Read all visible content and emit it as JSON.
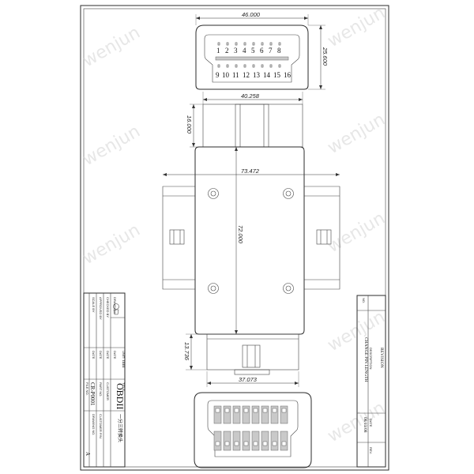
{
  "dimensions": {
    "top_width": "46.000",
    "top_height": "25.600",
    "neck_width": "40.258",
    "neck_height": "16.000",
    "body_width": "73.472",
    "body_height": "72.000",
    "lower_neck_height": "13.736",
    "bottom_width": "37.073"
  },
  "pins": {
    "top_row": [
      "1",
      "2",
      "3",
      "4",
      "5",
      "6",
      "7",
      "8"
    ],
    "bottom_row": [
      "9",
      "10",
      "11",
      "12",
      "13",
      "14",
      "15",
      "16"
    ]
  },
  "watermark": "wenjun",
  "title_block": {
    "drawn_by": "DRAWN BY",
    "checked_by": "CHECKED BY",
    "approved_by": "APPROVED BY",
    "scale_by": "SCALE BY",
    "date": "DATE",
    "unit_label": "UNIT:",
    "unit_value": "mm",
    "title_label": "TITLE:",
    "title_value": "OBDII",
    "customer_label": "CUSTOMER",
    "part_no_label": "PART NO.",
    "part_no_value": "CR-P0001",
    "file_no_label": "FILE NO.",
    "customer_no_label": "CUSTOMER P/N",
    "drawing_no_label": "DRAWING NO.",
    "revision": "A",
    "cn_text": "一分三转换头"
  },
  "revision_block": {
    "no": "NO.",
    "revision": "REVISION",
    "description": "DESCRIPTION",
    "desc_value": "CHANGE PIN LENGTH",
    "date": "DATE",
    "date_value": "08/13/08",
    "rev": "REV."
  }
}
